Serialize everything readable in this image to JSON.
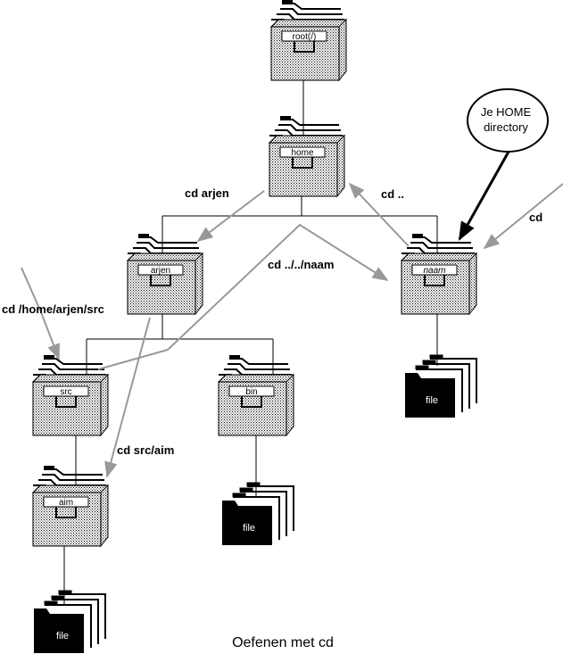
{
  "title": "Oefenen met cd",
  "directories": {
    "root": "root(/)",
    "home": "home",
    "arjen": "arjen",
    "naam": "naam",
    "src": "src",
    "bin": "bin",
    "aim": "aim"
  },
  "files": {
    "naam_file": "file",
    "bin_file": "file",
    "aim_file": "file"
  },
  "commands": {
    "cd_arjen": "cd arjen",
    "cd_up": "cd ..",
    "cd": "cd",
    "cd_relative_naam": "cd ../../naam",
    "cd_absolute_src": "cd /home/arjen/src",
    "cd_src_aim": "cd src/aim"
  },
  "callout": {
    "line1": "Je HOME",
    "line2": "directory"
  },
  "colors": {
    "line": "#000000",
    "arrow": "#999999",
    "file_fill": "#000000",
    "cabinet_fill": "#bdbdbd"
  }
}
